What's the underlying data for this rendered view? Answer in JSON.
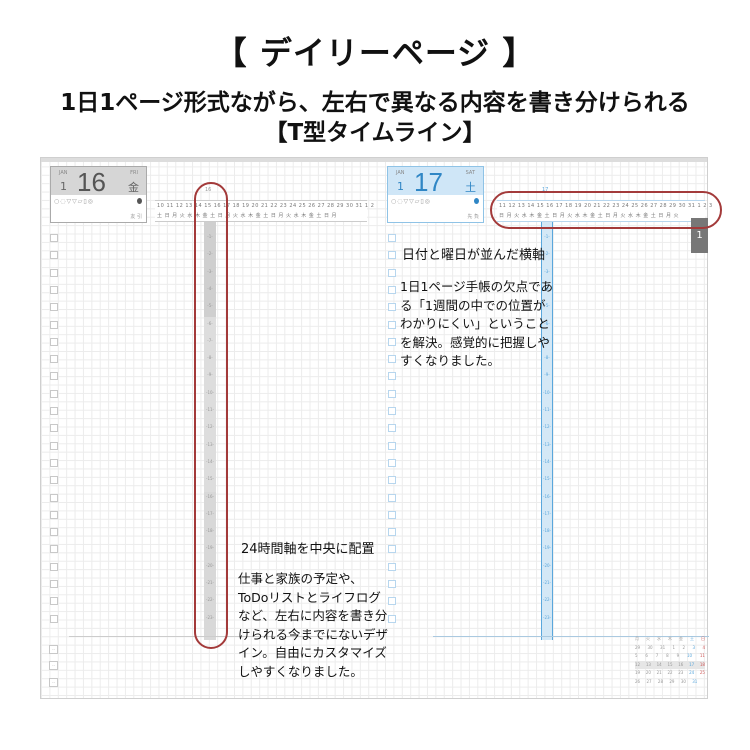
{
  "header": {
    "title": "【 デイリーページ 】",
    "subtitle_line1": "1日1ページ形式ながら、左右で異なる内容を書き分けられる",
    "subtitle_line2": "【T型タイムライン】"
  },
  "left_page": {
    "month_en": "JAN",
    "month_num": "1",
    "day": "16",
    "weekday_en": "FRI",
    "weekday_jp": "金",
    "weather_icons": "○◌▽▽▱▯◎",
    "moon_label": "友 引",
    "date_strip_numbers": "10 11 12 13 14 15 16 17 18 19 20 21 22 23 24 25 26 27 28 29 30 31 1 2",
    "date_strip_weekdays": "土 日 月 火 水 木 金 土 日 月 火 水 木 金 土 日 月 火 水 木 金 土 日 月",
    "axis_marker": "16",
    "hours": [
      "1",
      "2",
      "3",
      "4",
      "5",
      "6",
      "7",
      "8",
      "9",
      "10",
      "11",
      "12",
      "13",
      "14",
      "15",
      "16",
      "17",
      "18",
      "19",
      "20",
      "21",
      "22",
      "23"
    ]
  },
  "right_page": {
    "month_en": "JAN",
    "month_num": "1",
    "day": "17",
    "weekday_en": "SAT",
    "weekday_jp": "土",
    "weather_icons": "○◌▽▽▱▯◎",
    "moon_label": "先 負",
    "date_strip_numbers": "11 12 13 14 15 16 17 18 19 20 21 22 23 24 25 26 27 28 29 30 31 1 2 3",
    "date_strip_weekdays": "日 月 火 水 木 金 土 日 月 火 水 木 金 土 日 月 火 水 木 金 土 日 月 火",
    "axis_marker": "17",
    "page_tab": "1",
    "hours": [
      "1",
      "2",
      "3",
      "4",
      "5",
      "6",
      "7",
      "8",
      "9",
      "10",
      "11",
      "12",
      "13",
      "14",
      "15",
      "16",
      "17",
      "18",
      "19",
      "20",
      "21",
      "22",
      "23"
    ]
  },
  "mini_calendar": {
    "header": [
      "月",
      "火",
      "水",
      "木",
      "金",
      "土",
      "日"
    ],
    "rows": [
      [
        "29",
        "30",
        "31",
        "1",
        "2",
        "3",
        "4"
      ],
      [
        "5",
        "6",
        "7",
        "8",
        "9",
        "10",
        "11"
      ],
      [
        "12",
        "13",
        "14",
        "15",
        "16",
        "17",
        "18"
      ],
      [
        "19",
        "20",
        "21",
        "22",
        "23",
        "24",
        "25"
      ],
      [
        "26",
        "27",
        "28",
        "29",
        "30",
        "31",
        ""
      ]
    ],
    "highlight_row": 2,
    "side_label": "3"
  },
  "annotations": {
    "horizontal_axis": {
      "heading": "日付と曜日が並んだ横軸",
      "body": [
        "1日1ページ手帳の欠点であ",
        "る「1週間の中での位置が",
        "わかりにくい」ということ",
        "を解決。感覚的に把握しや",
        "すくなりました。"
      ]
    },
    "time_axis": {
      "heading": "24時間軸を中央に配置",
      "body": [
        "仕事と家族の予定や、",
        "ToDoリストとライフログ",
        "など、左右に内容を書き分",
        "けられる今までにないデザ",
        "イン。自由にカスタマイズ",
        "しやすくなりました。"
      ]
    }
  },
  "colors": {
    "highlight_oval": "#a33a3a",
    "accent_blue": "#2f86c5",
    "grid": "#ececec",
    "left_header": "#d6d6d6",
    "right_header": "#cfe6f7"
  }
}
